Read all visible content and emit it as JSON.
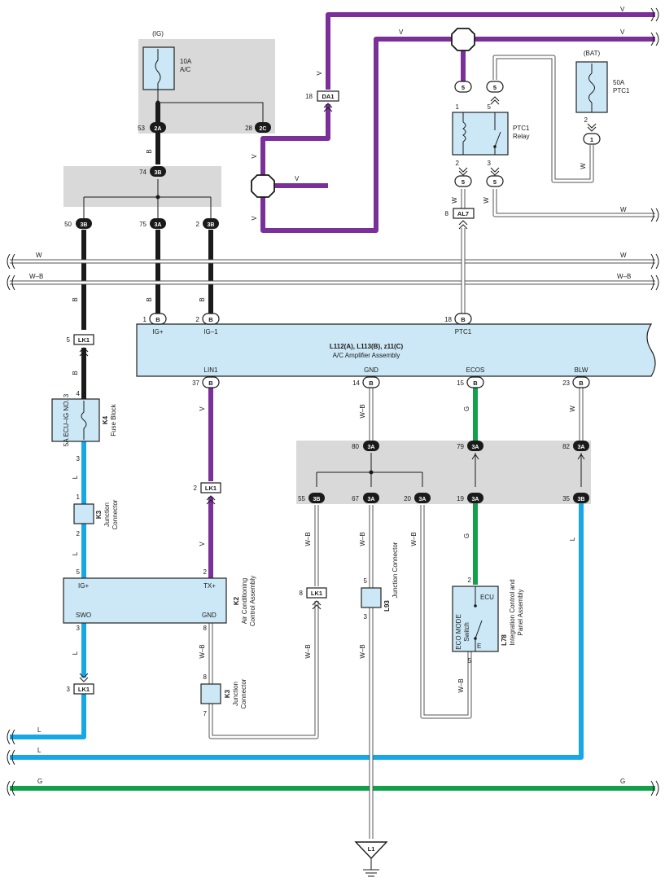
{
  "labels": {
    "ig": "(IG)",
    "fuse_ac_amp": "10A",
    "fuse_ac_name": "A/C",
    "bat": "(BAT)",
    "fuse_ptc_amp": "50A",
    "fuse_ptc_name": "PTC1",
    "relay_line1": "PTC1",
    "relay_line2": "Relay",
    "amp_title": "L112(A), L113(B), z11(C)",
    "amp_subtitle": "A/C Amplifier Assembly",
    "amp_ig": "IG+",
    "amp_ig1": "IG–1",
    "amp_ptc1": "PTC1",
    "amp_lin1": "LIN1",
    "amp_gnd": "GND",
    "amp_ecos": "ECOS",
    "amp_blw": "BLW",
    "fuseblock_inner": "5A ECU–IG NO. 3",
    "k4_code": "K4",
    "k4_name": "Fuse Block",
    "k3_code": "K3",
    "k3_name1": "Junction",
    "k3_name2": "Connector",
    "k2_code": "K2",
    "k2_name1": "Air Conditioning",
    "k2_name2": "Control Assembly",
    "ctrl_ig": "IG+",
    "ctrl_tx": "TX+",
    "ctrl_swo": "SWO",
    "ctrl_gnd": "GND",
    "l93_code": "L93",
    "l93_name": "Junction Connector",
    "eco_line1": "ECO MODE",
    "eco_line2": "Switch",
    "eco_ecu": "ECU",
    "eco_e": "E",
    "l78_code": "L78",
    "l78_name1": "Integration Control and",
    "l78_name2": "Panel Assembly",
    "ground": "L1"
  },
  "wire_colors": {
    "V": "#7a2f99",
    "B": "#1a1a1a",
    "L": "#18a7e6",
    "G": "#12a04b",
    "W": "#ffffff",
    "W-B": "#ffffff"
  },
  "connectors": {
    "da1": "DA1",
    "da1_pin": "18",
    "al7": "AL7",
    "al7_pin": "8",
    "lk1": "LK1",
    "lk1_pin_a": "5",
    "lk1_pin_b": "2",
    "lk1_pin_c": "3",
    "lk1_pin_d": "8"
  }
}
